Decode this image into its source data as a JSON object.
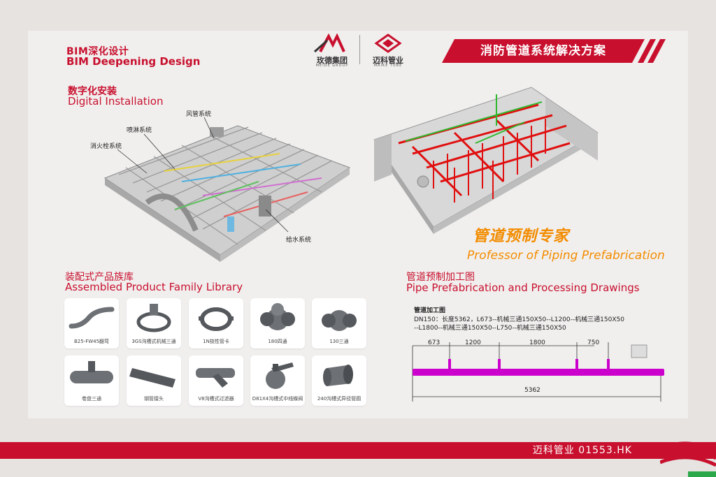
{
  "header": {
    "title_cn": "BIM深化设计",
    "title_en": "BIM Deepening Design",
    "brand1_cn": "玫德集团",
    "brand1_en": "MEIDE GROUP",
    "brand2_cn": "迈科管业",
    "brand2_en": "MAIKE TUBE",
    "banner": "消防管道系统解决方案"
  },
  "digital": {
    "title_cn": "数字化安装",
    "title_en": "Digital Installation",
    "callouts": [
      "风管系统",
      "喷淋系统",
      "消火栓系统",
      "给水系统"
    ]
  },
  "expert": {
    "title_cn": "管道预制专家",
    "title_en": "Professor of Piping Prefabrication"
  },
  "library": {
    "title_cn": "装配式产品族库",
    "title_en": "Assembled Product Family Library",
    "items": [
      "B25-FW45翻弯",
      "3GS沟槽式机械三通",
      "1N挠性管卡",
      "180四通",
      "130三通",
      "卷盘三通",
      "钢管接头",
      "V8沟槽式过滤器",
      "D81X4沟槽式中线蝶阀",
      "240沟槽式异径管圆"
    ]
  },
  "drawings": {
    "title_cn": "管道预制加工图",
    "title_en": "Pipe Prefabrication and Processing Drawings",
    "label": "管道加工图",
    "line1": "DN150：长度5362，L673--机械三通150X50--L1200--机械三通150X50",
    "line2": "--L1800--机械三通150X50--L750--机械三通150X50",
    "dims": [
      "673",
      "1200",
      "1800",
      "750"
    ],
    "total": "5362"
  },
  "footer": {
    "text": "迈科管业 01553.HK"
  },
  "colors": {
    "brand_red": "#c8102e",
    "pipe_magenta": "#cc00cc",
    "expert_orange": "#f28c00"
  }
}
